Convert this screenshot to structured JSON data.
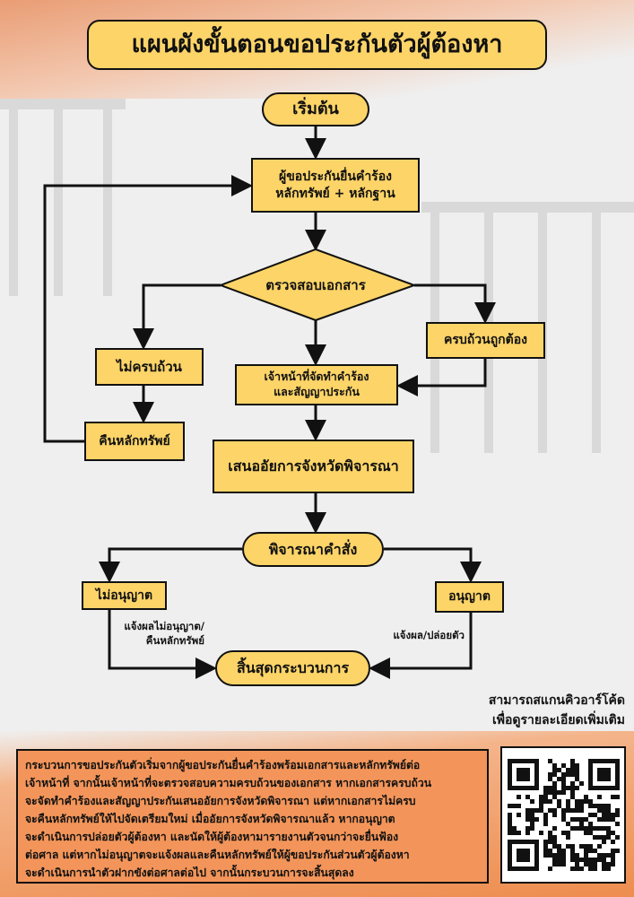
{
  "title": "แผนผังขั้นตอนขอประกันตัวผู้ต้องหา",
  "flow": {
    "start": "เริ่มต้น",
    "submit_line1": "ผู้ขอประกันยื่นคำร้อง",
    "submit_line2": "หลักทรัพย์ + หลักฐาน",
    "check": "ตรวจสอบเอกสาร",
    "incomplete": "ไม่ครบถ้วน",
    "complete": "ครบถ้วนถูกต้อง",
    "officer_line1": "เจ้าหน้าที่จัดทำคำร้อง",
    "officer_line2": "และสัญญาประกัน",
    "return_assets": "คืนหลักทรัพย์",
    "propose": "เสนออัยการจังหวัดพิจารณา",
    "consider": "พิจารณาคำสั่ง",
    "not_approved": "ไม่อนุญาต",
    "approved": "อนุญาต",
    "not_approved_note_line1": "แจ้งผลไม่อนุญาต/",
    "not_approved_note_line2": "คืนหลักทรัพย์",
    "approved_note": "แจ้งผล/ปล่อยตัว",
    "end": "สิ้นสุดกระบวนการ"
  },
  "qr_caption_line1": "สามารถสแกนคิวอาร์โค้ด",
  "qr_caption_line2": "เพื่อดูรายละเอียดเพิ่มเติม",
  "summary_lines": [
    "กระบวนการขอประกันตัวเริ่มจากผู้ขอประกันยื่นคำร้องพร้อมเอกสารและหลักทรัพย์ต่อ",
    "เจ้าหน้าที่ จากนั้นเจ้าหน้าที่จะตรวจสอบความครบถ้วนของเอกสาร หากเอกสารครบถ้วน",
    "จะจัดทำคำร้องและสัญญาประกันเสนออัยการจังหวัดพิจารณา แต่หากเอกสารไม่ครบ",
    "จะคืนหลักทรัพย์ให้ไปจัดเตรียมใหม่ เมื่ออัยการจังหวัดพิจารณาแล้ว หากอนุญาต",
    "จะดำเนินการปล่อยตัวผู้ต้องหา และนัดให้ผู้ต้องหามารายงานตัวจนกว่าจะยื่นฟ้อง",
    "ต่อศาล แต่หากไม่อนุญาตจะแจ้งผลและคืนหลักทรัพย์ให้ผู้ขอประกันส่วนตัวผู้ต้องหา",
    "จะดำเนินการนำตัวฝากขังต่อศาลต่อไป จากนั้นกระบวนการจะสิ้นสุดลง"
  ],
  "colors": {
    "box": "#fcd468",
    "accent": "#f3955a"
  }
}
